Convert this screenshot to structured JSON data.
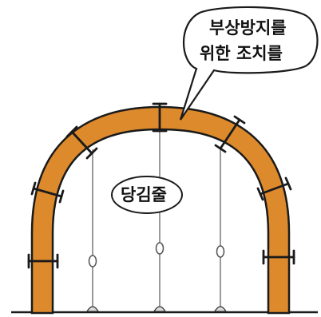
{
  "callout": {
    "line1": "부상방지를",
    "line2": "위한 조치를"
  },
  "tension_label": "당김줄",
  "colors": {
    "arch_fill": "#dd8a2c",
    "outline": "#1a1a1a",
    "rope": "#9a9a9a",
    "background": "#ffffff"
  },
  "icons": {
    "clamp": "t-bar-clamp",
    "rope": "guy-wire",
    "anchor": "ground-anchor",
    "turnbuckle": "turnbuckle"
  }
}
